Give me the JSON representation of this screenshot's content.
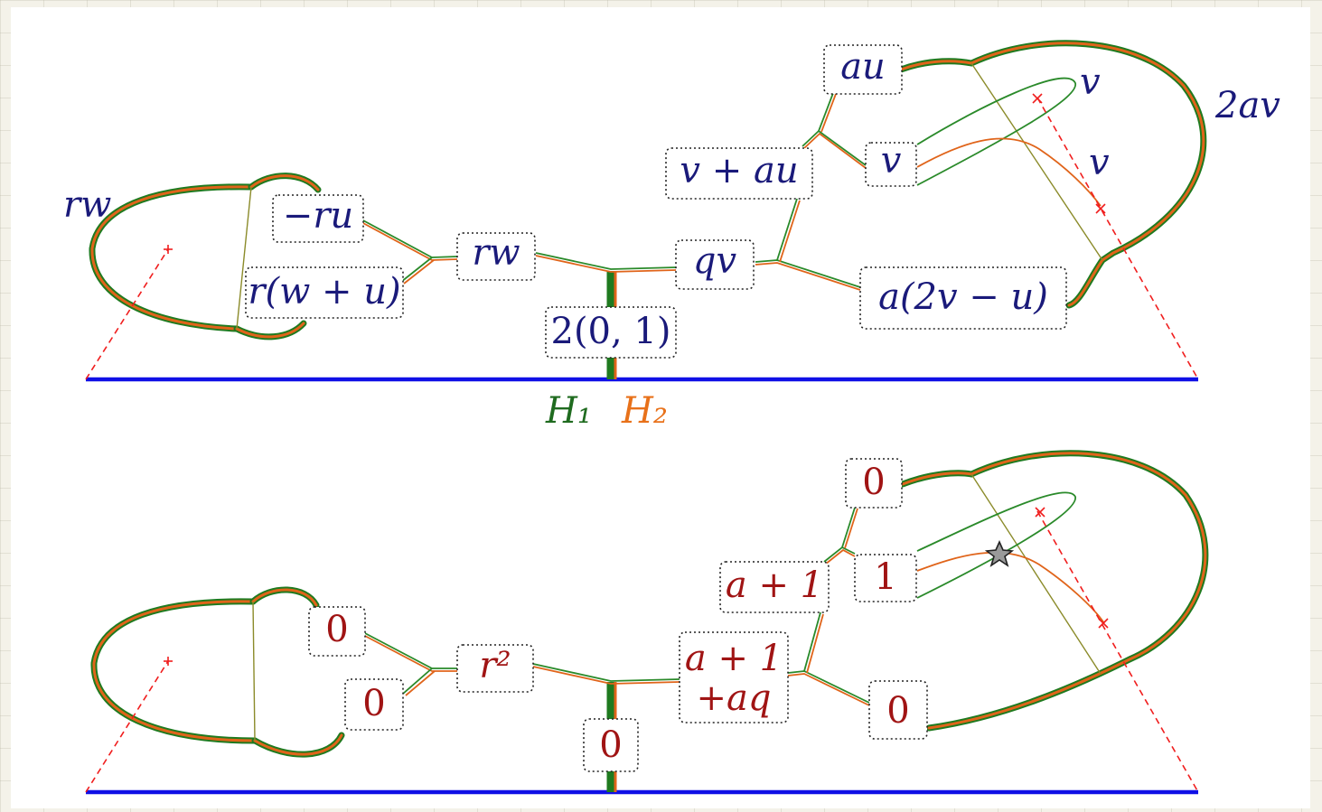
{
  "diagram": {
    "top_labels": {
      "neg_ru": "−ru",
      "r_w_plus_u": "r(w + u)",
      "rw_box": "rw",
      "two_zero_one": "2(0, 1)",
      "qv": "qv",
      "v_plus_au": "v + au",
      "au": "au",
      "v_box": "v",
      "a_2v_minus_u": "a(2v − u)",
      "rw_outer": "rw",
      "two_av": "2av",
      "v_upper": "v",
      "v_lower": "v",
      "h1": "H₁",
      "h2": "H₂"
    },
    "bottom_labels": {
      "zero_upper_left": "0",
      "zero_lower_left": "0",
      "r_squared": "r²",
      "zero_stem": "0",
      "a_plus_one_aq_line1": "a + 1",
      "a_plus_one_aq_line2": "+aq",
      "a_plus_one": "a + 1",
      "zero_top": "0",
      "one": "1",
      "zero_right": "0"
    }
  },
  "colors": {
    "green_thick": "#1f7a1f",
    "orange": "#e0641a",
    "blue_baseline": "#1010e6",
    "red_dashed": "#f01e1e",
    "label_blue": "#1a1a7a",
    "label_red": "#a01414"
  }
}
